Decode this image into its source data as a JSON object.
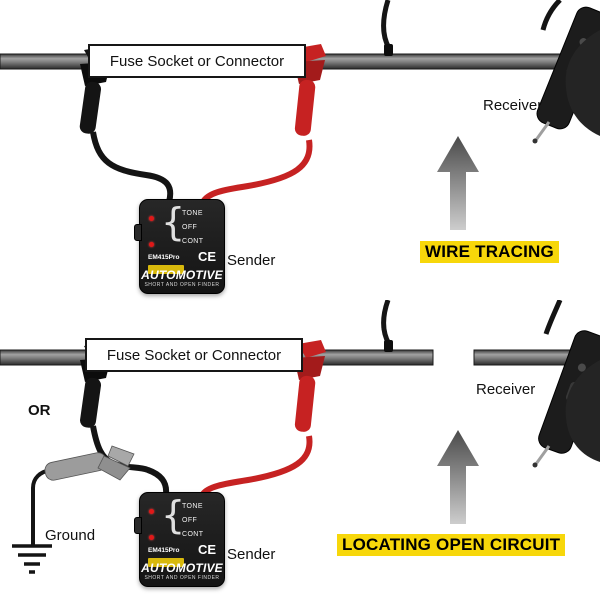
{
  "panel1": {
    "connector_label": "Fuse Socket or Connector",
    "sender_label": "Sender",
    "receiver_label": "Receiver",
    "caption": "WIRE TRACING"
  },
  "panel2": {
    "connector_label": "Fuse Socket or Connector",
    "sender_label": "Sender",
    "receiver_label": "Receiver",
    "caption": "LOCATING OPEN CIRCUIT",
    "or_label": "OR",
    "ground_label": "Ground"
  },
  "device": {
    "switch_bracket": "{",
    "switch_labels": [
      "TONE",
      "OFF",
      "CONT"
    ],
    "model": "EM415Pro",
    "ce_mark": "CE",
    "title": "AUTOMOTIVE",
    "subtitle": "SHORT AND OPEN FINDER"
  },
  "icons": {
    "direction_arrow": "up-arrow",
    "ground": "earth-ground-symbol",
    "clips": [
      "black-alligator-clip",
      "red-alligator-clip",
      "gray-alligator-clip"
    ]
  },
  "colors": {
    "highlight_yellow": "#f7d70a",
    "badge_yellow": "#d8b90c",
    "clip_red": "#c62222",
    "clip_black": "#141414",
    "clip_gray": "#9c9c9c",
    "wire_gray": "#7c7c7c",
    "arrow_gray_dark": "#4a4a4a",
    "arrow_gray_light": "#cdcdcd",
    "led_red": "#e01818",
    "device_black": "#1d1d1d"
  }
}
